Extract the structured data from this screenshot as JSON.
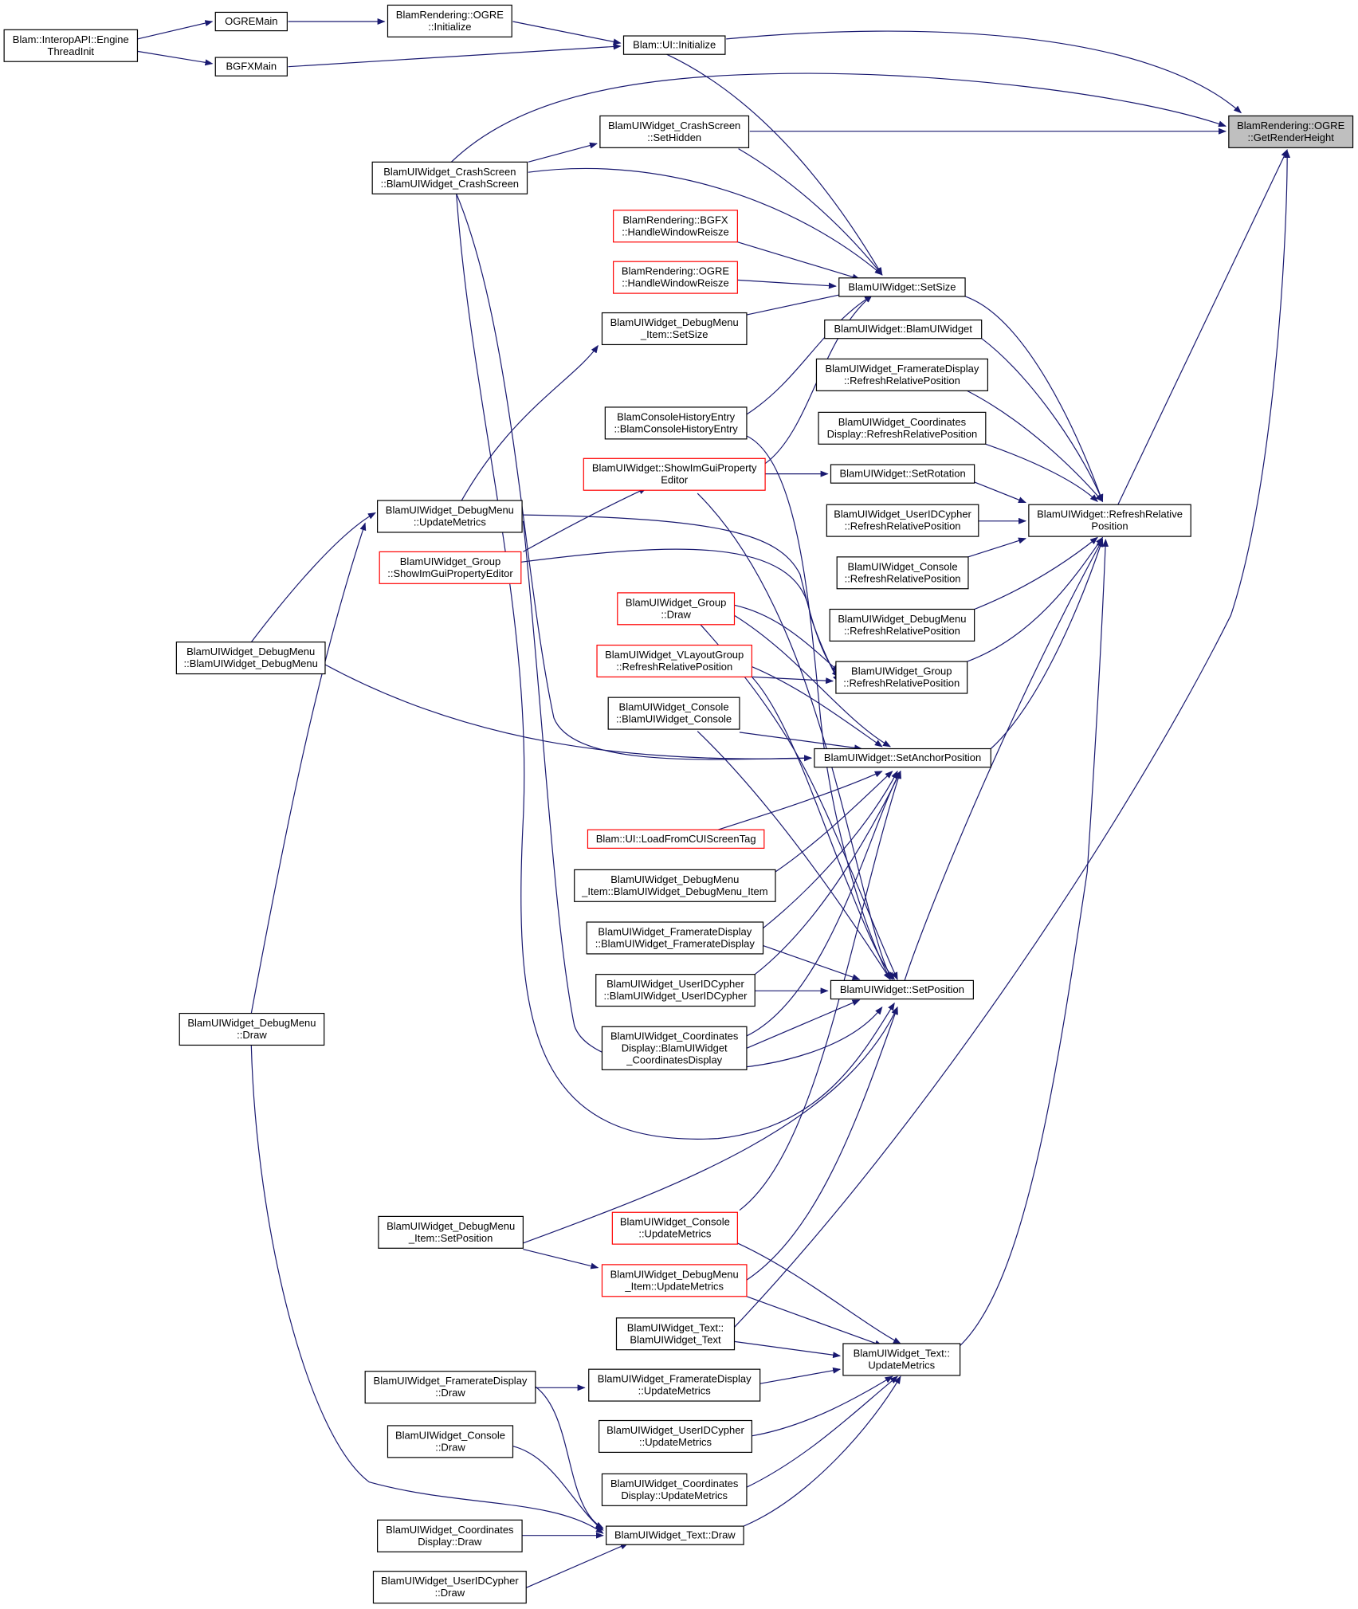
{
  "nodes": [
    {
      "id": "n1",
      "lines": [
        "Blam::InteropAPI::Engine",
        "ThreadInit"
      ],
      "style": "normal"
    },
    {
      "id": "n2",
      "lines": [
        "OGREMain"
      ],
      "style": "normal"
    },
    {
      "id": "n3",
      "lines": [
        "BGFXMain"
      ],
      "style": "normal"
    },
    {
      "id": "n4",
      "lines": [
        "BlamRendering::OGRE",
        "::Initialize"
      ],
      "style": "normal"
    },
    {
      "id": "n5",
      "lines": [
        "Blam::UI::Initialize"
      ],
      "style": "normal"
    },
    {
      "id": "n6",
      "lines": [
        "BlamRendering::OGRE",
        "::GetRenderHeight"
      ],
      "style": "target"
    },
    {
      "id": "n7",
      "lines": [
        "BlamUIWidget_CrashScreen",
        "::SetHidden"
      ],
      "style": "normal"
    },
    {
      "id": "n8",
      "lines": [
        "BlamUIWidget_CrashScreen",
        "::BlamUIWidget_CrashScreen"
      ],
      "style": "normal"
    },
    {
      "id": "n9",
      "lines": [
        "BlamRendering::BGFX",
        "::HandleWindowReisze"
      ],
      "style": "red"
    },
    {
      "id": "n10",
      "lines": [
        "BlamRendering::OGRE",
        "::HandleWindowReisze"
      ],
      "style": "red"
    },
    {
      "id": "n11",
      "lines": [
        "BlamUIWidget::SetSize"
      ],
      "style": "normal"
    },
    {
      "id": "n12",
      "lines": [
        "BlamUIWidget_DebugMenu",
        "_Item::SetSize"
      ],
      "style": "normal"
    },
    {
      "id": "n13",
      "lines": [
        "BlamUIWidget::BlamUIWidget"
      ],
      "style": "normal"
    },
    {
      "id": "n14",
      "lines": [
        "BlamUIWidget_FramerateDisplay",
        "::RefreshRelativePosition"
      ],
      "style": "normal"
    },
    {
      "id": "n15",
      "lines": [
        "BlamConsoleHistoryEntry",
        "::BlamConsoleHistoryEntry"
      ],
      "style": "normal"
    },
    {
      "id": "n16",
      "lines": [
        "BlamUIWidget_Coordinates",
        "Display::RefreshRelativePosition"
      ],
      "style": "normal"
    },
    {
      "id": "n17",
      "lines": [
        "BlamUIWidget::ShowImGuiProperty",
        "Editor"
      ],
      "style": "red"
    },
    {
      "id": "n18",
      "lines": [
        "BlamUIWidget::SetRotation"
      ],
      "style": "normal"
    },
    {
      "id": "n19",
      "lines": [
        "BlamUIWidget::RefreshRelative",
        "Position"
      ],
      "style": "normal"
    },
    {
      "id": "n20",
      "lines": [
        "BlamUIWidget_DebugMenu",
        "::UpdateMetrics"
      ],
      "style": "normal"
    },
    {
      "id": "n21",
      "lines": [
        "BlamUIWidget_UserIDCypher",
        "::RefreshRelativePosition"
      ],
      "style": "normal"
    },
    {
      "id": "n22",
      "lines": [
        "BlamUIWidget_Group",
        "::ShowImGuiPropertyEditor"
      ],
      "style": "red"
    },
    {
      "id": "n23",
      "lines": [
        "BlamUIWidget_Console",
        "::RefreshRelativePosition"
      ],
      "style": "normal"
    },
    {
      "id": "n24",
      "lines": [
        "BlamUIWidget_Group",
        "::Draw"
      ],
      "style": "red"
    },
    {
      "id": "n25",
      "lines": [
        "BlamUIWidget_DebugMenu",
        "::RefreshRelativePosition"
      ],
      "style": "normal"
    },
    {
      "id": "n26",
      "lines": [
        "BlamUIWidget_DebugMenu",
        "::BlamUIWidget_DebugMenu"
      ],
      "style": "normal"
    },
    {
      "id": "n27",
      "lines": [
        "BlamUIWidget_VLayoutGroup",
        "::RefreshRelativePosition"
      ],
      "style": "red"
    },
    {
      "id": "n28",
      "lines": [
        "BlamUIWidget_Group",
        "::RefreshRelativePosition"
      ],
      "style": "normal"
    },
    {
      "id": "n29",
      "lines": [
        "BlamUIWidget_Console",
        "::BlamUIWidget_Console"
      ],
      "style": "normal"
    },
    {
      "id": "n30",
      "lines": [
        "BlamUIWidget::SetAnchorPosition"
      ],
      "style": "normal"
    },
    {
      "id": "n31",
      "lines": [
        "Blam::UI::LoadFromCUIScreenTag"
      ],
      "style": "red"
    },
    {
      "id": "n32",
      "lines": [
        "BlamUIWidget_DebugMenu",
        "_Item::BlamUIWidget_DebugMenu_Item"
      ],
      "style": "normal"
    },
    {
      "id": "n33",
      "lines": [
        "BlamUIWidget_FramerateDisplay",
        "::BlamUIWidget_FramerateDisplay"
      ],
      "style": "normal"
    },
    {
      "id": "n34",
      "lines": [
        "BlamUIWidget_UserIDCypher",
        "::BlamUIWidget_UserIDCypher"
      ],
      "style": "normal"
    },
    {
      "id": "n35",
      "lines": [
        "BlamUIWidget::SetPosition"
      ],
      "style": "normal"
    },
    {
      "id": "n36",
      "lines": [
        "BlamUIWidget_DebugMenu",
        "::Draw"
      ],
      "style": "normal"
    },
    {
      "id": "n37",
      "lines": [
        "BlamUIWidget_Coordinates",
        "Display::BlamUIWidget",
        "_CoordinatesDisplay"
      ],
      "style": "normal"
    },
    {
      "id": "n38",
      "lines": [
        "BlamUIWidget_Console",
        "::UpdateMetrics"
      ],
      "style": "red"
    },
    {
      "id": "n39",
      "lines": [
        "BlamUIWidget_DebugMenu",
        "_Item::SetPosition"
      ],
      "style": "normal"
    },
    {
      "id": "n40",
      "lines": [
        "BlamUIWidget_DebugMenu",
        "_Item::UpdateMetrics"
      ],
      "style": "red"
    },
    {
      "id": "n41",
      "lines": [
        "BlamUIWidget_Text::",
        "BlamUIWidget_Text"
      ],
      "style": "normal"
    },
    {
      "id": "n42",
      "lines": [
        "BlamUIWidget_Text::",
        "UpdateMetrics"
      ],
      "style": "normal"
    },
    {
      "id": "n43",
      "lines": [
        "BlamUIWidget_FramerateDisplay",
        "::Draw"
      ],
      "style": "normal"
    },
    {
      "id": "n44",
      "lines": [
        "BlamUIWidget_FramerateDisplay",
        "::UpdateMetrics"
      ],
      "style": "normal"
    },
    {
      "id": "n45",
      "lines": [
        "BlamUIWidget_Console",
        "::Draw"
      ],
      "style": "normal"
    },
    {
      "id": "n46",
      "lines": [
        "BlamUIWidget_UserIDCypher",
        "::UpdateMetrics"
      ],
      "style": "normal"
    },
    {
      "id": "n47",
      "lines": [
        "BlamUIWidget_Coordinates",
        "Display::UpdateMetrics"
      ],
      "style": "normal"
    },
    {
      "id": "n48",
      "lines": [
        "BlamUIWidget_Coordinates",
        "Display::Draw"
      ],
      "style": "normal"
    },
    {
      "id": "n49",
      "lines": [
        "BlamUIWidget_Text::Draw"
      ],
      "style": "normal"
    },
    {
      "id": "n50",
      "lines": [
        "BlamUIWidget_UserIDCypher",
        "::Draw"
      ],
      "style": "normal"
    }
  ],
  "colors": {
    "edge": "#191970",
    "node_border": "#000000",
    "red_border": "#ff0000",
    "target_fill": "#bfbfbf"
  }
}
